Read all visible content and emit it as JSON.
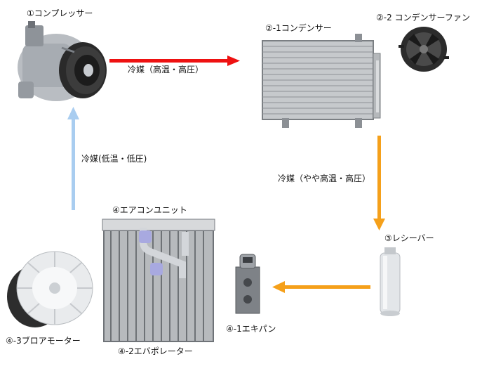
{
  "components": {
    "compressor": "①コンプレッサー",
    "condenser": "②-1コンデンサー",
    "condenser_fan": "②-2 コンデンサーファン",
    "receiver": "③レシーバー",
    "expansion_valve": "④-1エキパン",
    "evaporator": "④-2エバポレーター",
    "aircon_unit": "④エアコンユニット",
    "blower_motor": "④-3ブロアモーター"
  },
  "flows": {
    "high_temp_high_pressure": "冷媒（高温・高圧）",
    "mid_temp_high_pressure": "冷媒（やや高温・高圧）",
    "low_temp_low_pressure": "冷媒(低温・低圧)"
  },
  "colors": {
    "hot_arrow": "#ee1111",
    "warm_arrow": "#f5a01a",
    "cold_arrow": "#a9cdf0"
  }
}
